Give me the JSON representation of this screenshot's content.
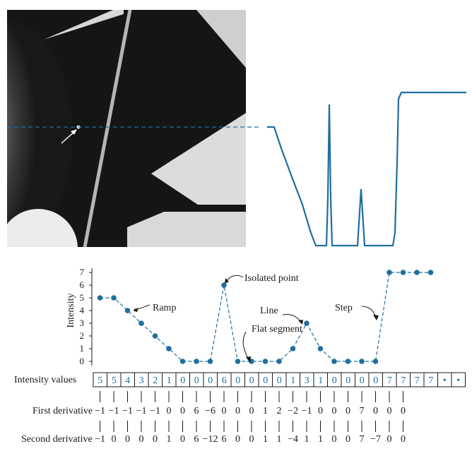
{
  "colors": {
    "accent": "#1f6f9f",
    "ink": "#1a1a1a",
    "image_bg": "#141414"
  },
  "chart_data": {
    "type": "line",
    "ylabel": "Intensity",
    "ylim": [
      0,
      7
    ],
    "yticks": [
      "0",
      "1",
      "2",
      "3",
      "4",
      "5",
      "6",
      "7"
    ],
    "values": [
      5,
      5,
      4,
      3,
      2,
      1,
      0,
      0,
      0,
      6,
      0,
      0,
      0,
      0,
      1,
      3,
      1,
      0,
      0,
      0,
      0,
      7,
      7,
      7,
      7
    ],
    "annotations": [
      "Isolated point",
      "Ramp",
      "Line",
      "Step",
      "Flat segment"
    ]
  },
  "table": {
    "intensity_label": "Intensity values",
    "intensity_values": [
      "5",
      "5",
      "4",
      "3",
      "2",
      "1",
      "0",
      "0",
      "0",
      "6",
      "0",
      "0",
      "0",
      "0",
      "1",
      "3",
      "1",
      "0",
      "0",
      "0",
      "0",
      "7",
      "7",
      "7",
      "7",
      "•",
      "•"
    ],
    "first_label": "First derivative",
    "first_values": [
      "−1",
      "−1",
      "−1",
      "−1",
      "−1",
      "0",
      "0",
      "6",
      "−6",
      "0",
      "0",
      "0",
      "1",
      "2",
      "−2",
      "−1",
      "0",
      "0",
      "0",
      "7",
      "0",
      "0",
      "0"
    ],
    "second_label": "Second derivative",
    "second_values": [
      "−1",
      "0",
      "0",
      "0",
      "0",
      "1",
      "0",
      "6",
      "−12",
      "6",
      "0",
      "0",
      "1",
      "1",
      "−4",
      "1",
      "1",
      "0",
      "0",
      "7",
      "−7",
      "0",
      "0"
    ]
  }
}
